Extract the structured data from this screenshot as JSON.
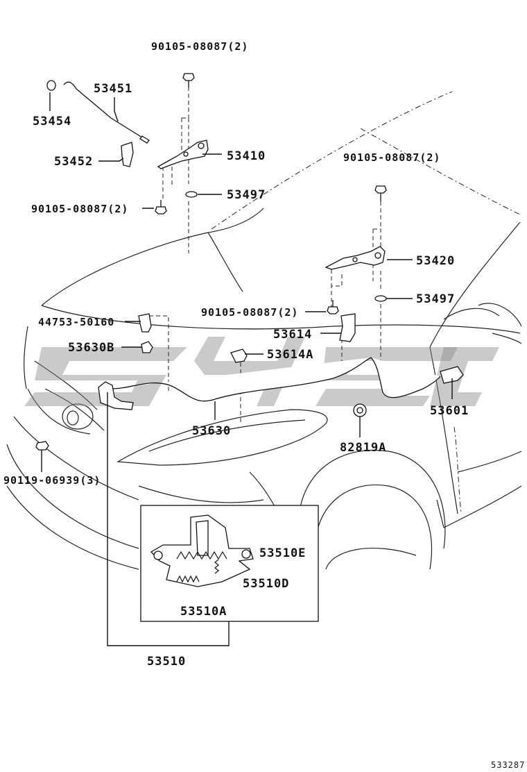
{
  "diagram": {
    "callouts": [
      {
        "id": "c1",
        "text": "90105-08087(2)"
      },
      {
        "id": "c2",
        "text": "53451"
      },
      {
        "id": "c3",
        "text": "53454"
      },
      {
        "id": "c4",
        "text": "53452"
      },
      {
        "id": "c5",
        "text": "53410"
      },
      {
        "id": "c6",
        "text": "53497"
      },
      {
        "id": "c7",
        "text": "90105-08087(2)"
      },
      {
        "id": "c8",
        "text": "90105-08087(2)"
      },
      {
        "id": "c9",
        "text": "53420"
      },
      {
        "id": "c10",
        "text": "53497"
      },
      {
        "id": "c11",
        "text": "90105-08087(2)"
      },
      {
        "id": "c12",
        "text": "44753-50160"
      },
      {
        "id": "c13",
        "text": "53614"
      },
      {
        "id": "c14",
        "text": "53630B"
      },
      {
        "id": "c15",
        "text": "53614A"
      },
      {
        "id": "c16",
        "text": "53630"
      },
      {
        "id": "c17",
        "text": "82819A"
      },
      {
        "id": "c18",
        "text": "53601"
      },
      {
        "id": "c19",
        "text": "90119-06939(3)"
      },
      {
        "id": "c20",
        "text": "53510E"
      },
      {
        "id": "c21",
        "text": "53510D"
      },
      {
        "id": "c22",
        "text": "53510A"
      },
      {
        "id": "c23",
        "text": "53510"
      }
    ],
    "figure_number": "533287"
  },
  "colors": {
    "line": "#111111",
    "watermark": "#8a8a8a",
    "background": "#ffffff"
  }
}
